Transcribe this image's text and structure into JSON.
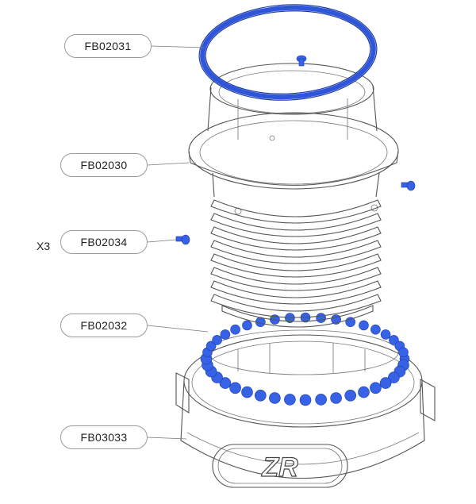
{
  "parts": [
    {
      "id": "FB02031",
      "label": "FB02031",
      "quantity": ""
    },
    {
      "id": "FB02030",
      "label": "FB02030",
      "quantity": ""
    },
    {
      "id": "FB02034",
      "label": "FB02034",
      "quantity": "X3"
    },
    {
      "id": "FB02032",
      "label": "FB02032",
      "quantity": ""
    },
    {
      "id": "FB03033",
      "label": "FB03033",
      "quantity": ""
    }
  ],
  "logo": {
    "text": "ZR"
  },
  "colors": {
    "highlight": "#3762e6",
    "line": "#555555",
    "callout_border": "#9a9a9a"
  }
}
